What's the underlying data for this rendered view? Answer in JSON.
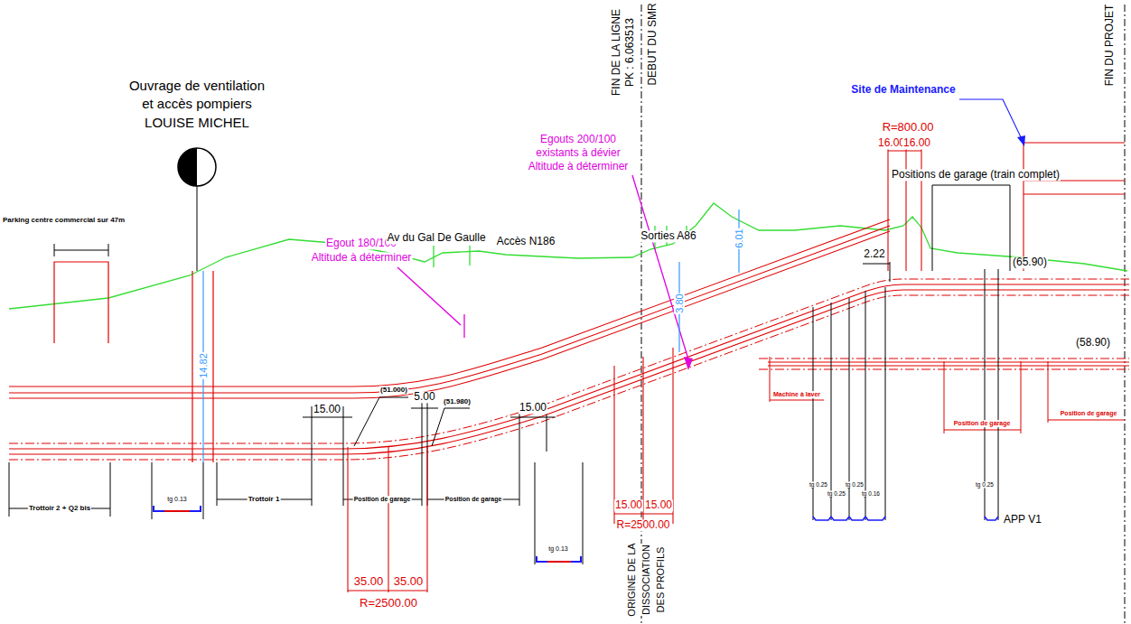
{
  "diagram": {
    "labels": [
      "Ouvrage de ventilation",
      "et accès pompiers",
      "LOUISE MICHEL",
      "Parking centre commercial sur 47m",
      "Egout 180/100",
      "Altitude à déterminer",
      "Av du Gal De Gaulle",
      "Accès N186",
      "Egouts 200/100",
      "existants à dévier",
      "Altitude à déterminer",
      "FIN DE LA LIGNE",
      "PK : 6.063513",
      "DEBUT DU SMR",
      "Sorties A86",
      "3.80",
      "6.01",
      "14.82",
      "Site de Maintenance",
      "R=800.00",
      "16.00",
      "16.00",
      "Positions de garage (train complet)",
      "2.22",
      "(65.90)",
      "(58.90)",
      "FIN DU PROJET",
      "15.00",
      "(51.000)",
      "5.00",
      "(51.980)",
      "15.00",
      "Trottoir 2 + Q2 bis",
      "tg 0.13",
      "Trottoir 1",
      "Position de garage",
      "Position de garage",
      "tg 0.13",
      "35.00",
      "35.00",
      "R=2500.00",
      "15.00",
      "15.00",
      "R=2500.00",
      "ORIGINE DE LA",
      "DISSOCIATION",
      "DES PROFILS",
      "Machine à laver",
      "Position de garage",
      "Position de garage",
      "tg 0.25",
      "tg 0.25",
      "tg 0.25",
      "tg 0.16",
      "tg 0.25",
      "APP V1"
    ]
  }
}
